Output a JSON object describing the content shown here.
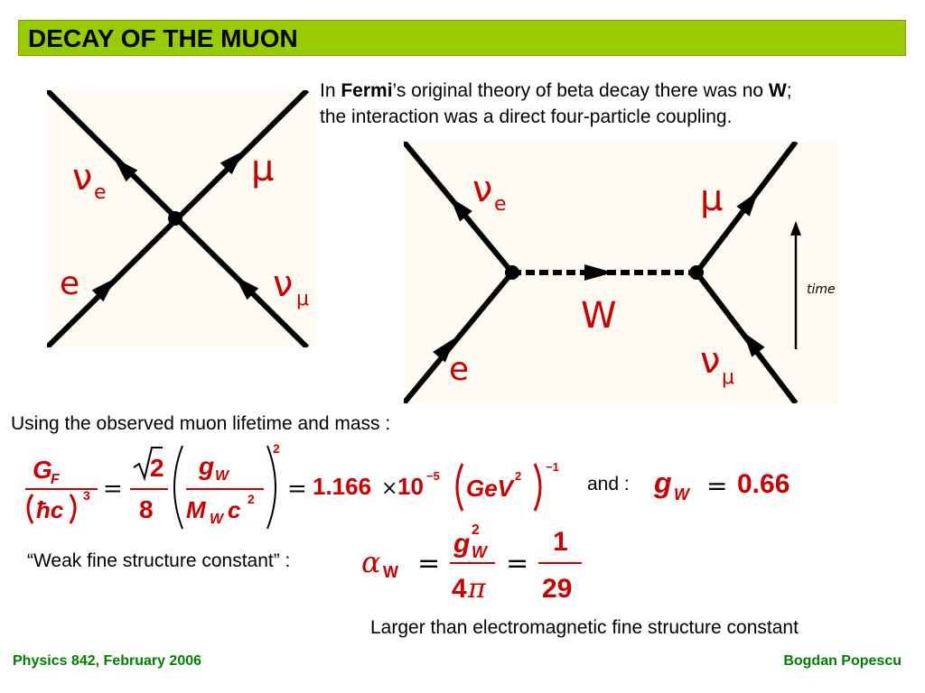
{
  "title": "DECAY OF THE MUON",
  "intro": {
    "p1": "In ",
    "fermi": "Fermi",
    "p2": "’s original theory of beta decay there was no ",
    "w": "W",
    "p3": ";",
    "line2": "the interaction was a direct four-particle coupling."
  },
  "diagram1": {
    "nu_e": "ν",
    "nu_e_sub": "e",
    "mu": "μ",
    "e": "e",
    "nu_mu": "ν",
    "nu_mu_sub": "μ"
  },
  "diagram2": {
    "nu_e": "ν",
    "nu_e_sub": "e",
    "mu": "μ",
    "w": "W",
    "e": "e",
    "nu_mu": "ν",
    "nu_mu_sub": "μ",
    "time": "time"
  },
  "using": "Using the observed muon lifetime and mass :",
  "formula": {
    "gf": "G",
    "gf_sub": "F",
    "hbar_c": "ħc",
    "exp3": "3",
    "eq": "=",
    "sqrt2": "2",
    "eight": "8",
    "gw": "g",
    "gw_sub": "W",
    "mw": "M",
    "mw_sub": "W",
    "c": "c",
    "c_exp": "2",
    "sq": "2",
    "value": "1.166",
    "times": "×",
    "ten": "10",
    "ten_exp": "−5",
    "gev": "GeV",
    "gev_exp": "2",
    "gev_pow": "−1"
  },
  "and_label": "and :",
  "gw_value": {
    "g": "g",
    "sub": "W",
    "eq": "=",
    "value": "0.66"
  },
  "weak_label": "“Weak fine structure constant” :",
  "alpha": {
    "alpha": "α",
    "alpha_sub": "W",
    "eq": "=",
    "g": "g",
    "g_sub": "W",
    "g_exp": "2",
    "four_pi": "4",
    "pi": "π",
    "num": "1",
    "den": "29"
  },
  "larger": "Larger than electromagnetic fine structure constant",
  "footer": {
    "left": "Physics 842, February 2006",
    "right": "Bogdan Popescu"
  },
  "colors": {
    "title_bar": "#99cc00",
    "accent_red": "#cc0000",
    "footer_green": "#008000"
  }
}
